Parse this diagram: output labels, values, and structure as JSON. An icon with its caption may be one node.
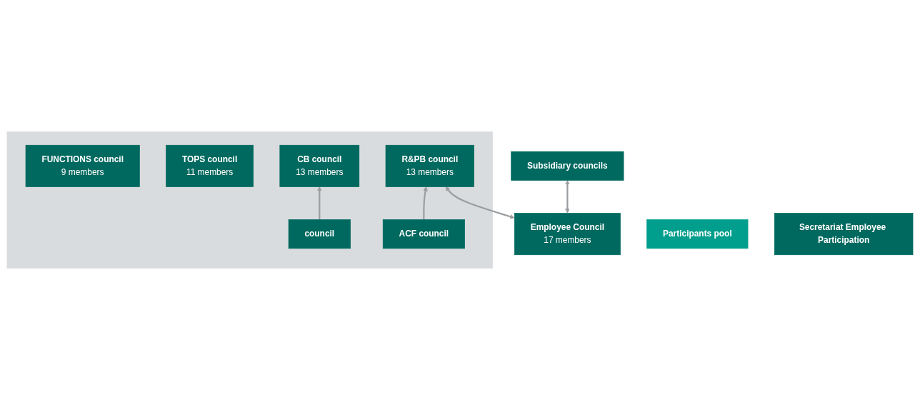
{
  "diagram": {
    "nodes": [
      {
        "text": [
          "Employee Council",
          "17 members"
        ]
      },
      {
        "text": [],
        "shape": "box"
      },
      {
        "text": [
          "R&PB council",
          "13 members"
        ],
        "in": 1
      },
      {
        "text": [
          "CB council",
          "13 members"
        ],
        "in": 1
      },
      {
        "text": [
          "TOPS council",
          "11 members"
        ],
        "in": 1
      },
      {
        "text": [
          "FUNCTIONS council",
          "9 members"
        ],
        "in": 1
      },
      {
        "text": [
          "ACF council"
        ],
        "in": 1
      },
      {
        "text": [
          "council"
        ],
        "in": 1
      },
      {
        "text": [
          "Participants pool"
        ]
      },
      {
        "text": [
          "Subsidiary councils"
        ]
      },
      {
        "text": [
          "Secretariat Employee Participation"
        ]
      }
    ],
    "edges": [
      {
        "from": 0,
        "to": 2,
        "arrow": "both"
      },
      {
        "from": 6,
        "to": 2,
        "arrow": "to"
      },
      {
        "from": 7,
        "to": 3,
        "arrow": "to"
      },
      {
        "from": 0,
        "to": 9,
        "arrow": "both"
      }
    ]
  }
}
